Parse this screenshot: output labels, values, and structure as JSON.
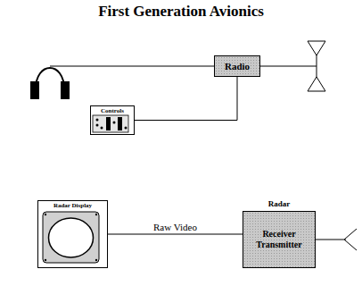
{
  "diagram": {
    "title": "First Generation Avionics",
    "nodes": [
      {
        "text": [
          "Radio"
        ]
      },
      {
        "text": [
          "Controls"
        ]
      },
      {
        "text": [
          "Radar Display"
        ]
      },
      {
        "text": [
          "Radar",
          "Receiver Transmitter"
        ]
      }
    ],
    "edges": [
      {
        "from": 1,
        "to": 0,
        "arrow": "none"
      },
      {
        "from": 2,
        "to": 3,
        "label": "Raw Video",
        "arrow": "none"
      }
    ]
  }
}
